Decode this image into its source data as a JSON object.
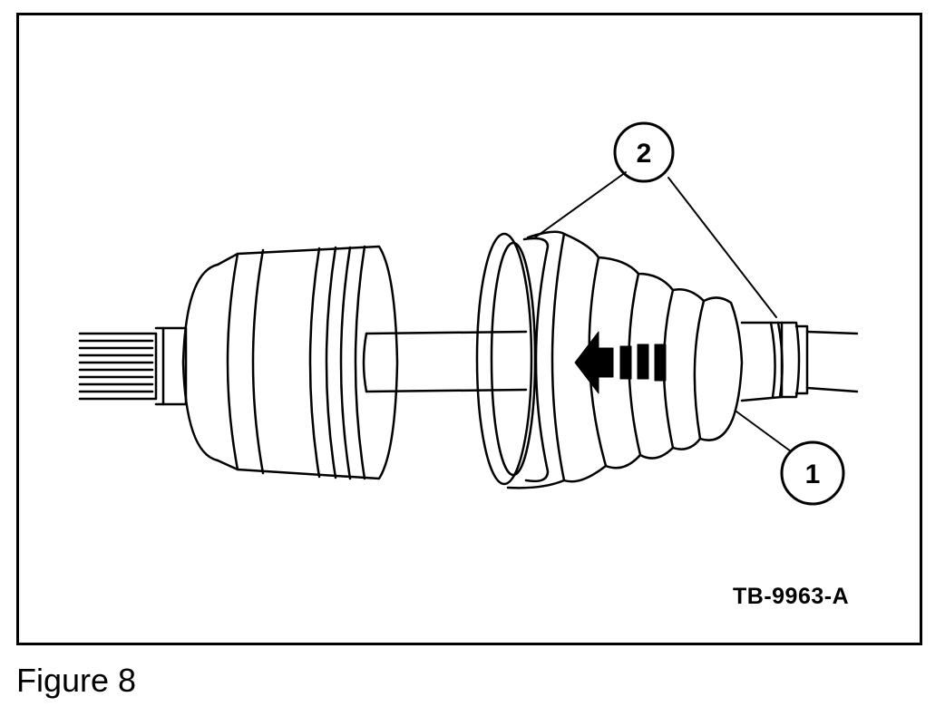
{
  "figure": {
    "caption": "Figure 8",
    "reference_code": "TB-9963-A"
  },
  "callouts": [
    {
      "number": "1"
    },
    {
      "number": "2"
    }
  ],
  "colors": {
    "line": "#000000",
    "background": "#ffffff"
  }
}
